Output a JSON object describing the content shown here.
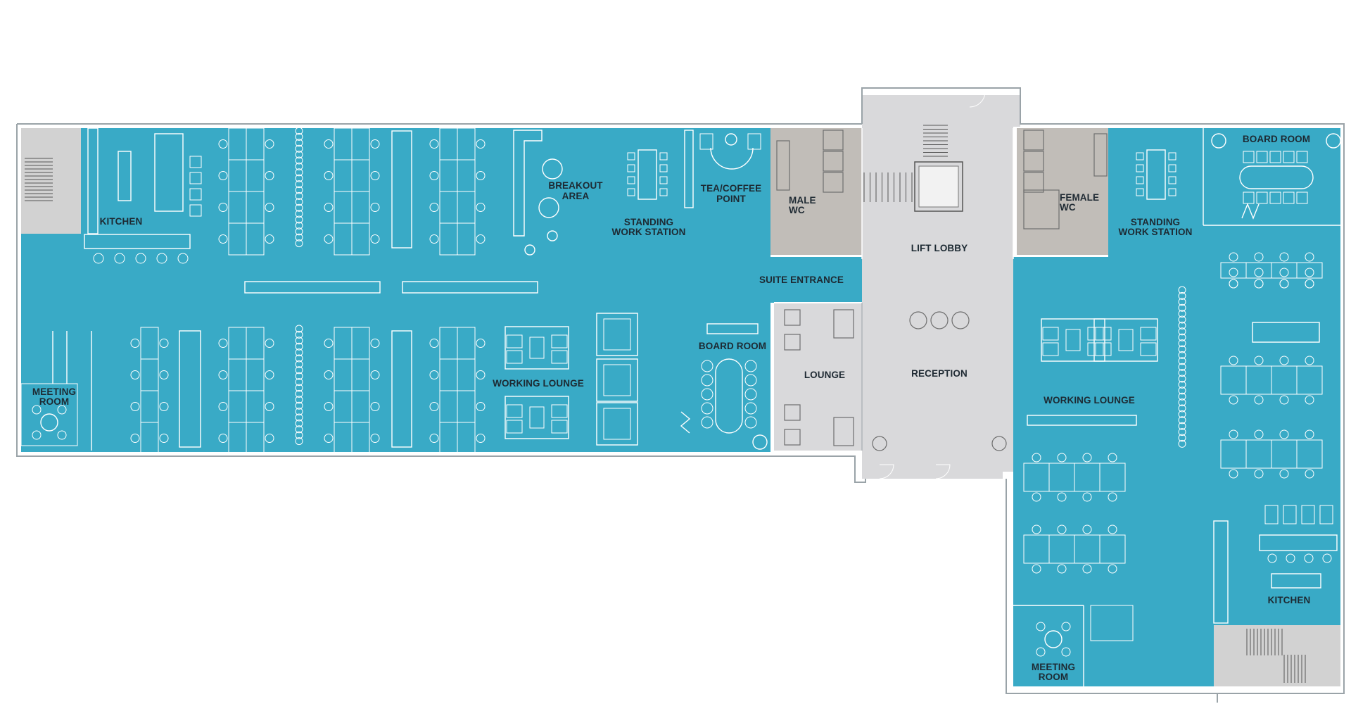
{
  "diagram": {
    "colors": {
      "office": "#39aac6",
      "core": "#d9d9db",
      "wc": "#c1bdb8",
      "stair": "#d2d2d2",
      "wall": "#9aa3a8",
      "furniture": "#ffffff",
      "label": "#1d2a33"
    },
    "labels": {
      "kitchen_west": "KITCHEN",
      "breakout_1": "BREAKOUT",
      "breakout_2": "AREA",
      "standing_west_1": "STANDING",
      "standing_west_2": "WORK STATION",
      "tea_1": "TEA/COFFEE",
      "tea_2": "POINT",
      "male_1": "MALE",
      "male_2": "WC",
      "lift_lobby": "LIFT LOBBY",
      "female_1": "FEMALE",
      "female_2": "WC",
      "standing_east_1": "STANDING",
      "standing_east_2": "WORK STATION",
      "board_room_east": "BOARD ROOM",
      "suite_entrance": "SUITE ENTRANCE",
      "meeting_west_1": "MEETING",
      "meeting_west_2": "ROOM",
      "working_lounge_west": "WORKING LOUNGE",
      "board_room_west": "BOARD ROOM",
      "lounge": "LOUNGE",
      "reception": "RECEPTION",
      "working_lounge_east": "WORKING LOUNGE",
      "kitchen_east": "KITCHEN",
      "meeting_east_1": "MEETING",
      "meeting_east_2": "ROOM"
    }
  }
}
